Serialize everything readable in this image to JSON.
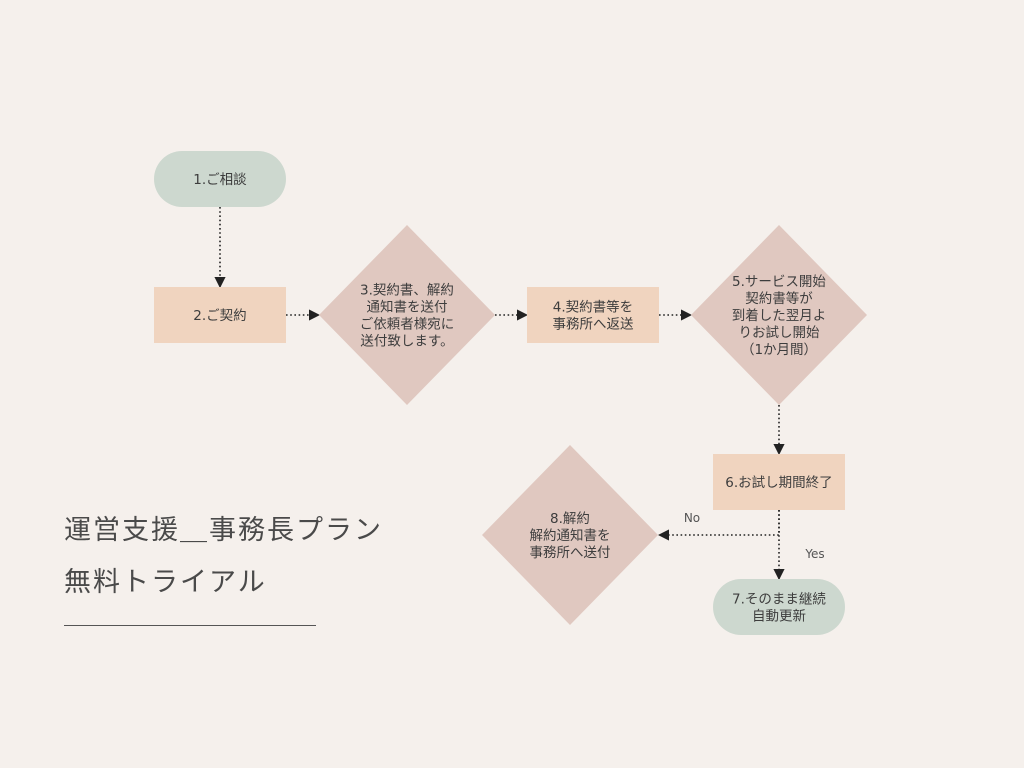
{
  "colors": {
    "background": "#f5f0ec",
    "sage": "#cdd8cf",
    "peach": "#f0d4bf",
    "rose": "#e0c8c0",
    "connector": "#222222",
    "text": "#3d3d3d"
  },
  "title": {
    "line1": "運営支援＿事務長プラン",
    "line2": "無料トライアル"
  },
  "nodes": [
    {
      "id": "n1",
      "shape": "terminal",
      "color": "sage",
      "lines": [
        "1.ご相談"
      ]
    },
    {
      "id": "n2",
      "shape": "process",
      "color": "peach",
      "lines": [
        "2.ご契約"
      ]
    },
    {
      "id": "n3",
      "shape": "decision",
      "color": "rose",
      "lines": [
        "3.契約書、解約",
        "通知書を送付",
        "ご依頼者様宛に",
        "送付致します。"
      ]
    },
    {
      "id": "n4",
      "shape": "process",
      "color": "peach",
      "lines": [
        "4.契約書等を",
        "事務所へ返送"
      ]
    },
    {
      "id": "n5",
      "shape": "decision",
      "color": "rose",
      "lines": [
        "5.サービス開始",
        "契約書等が",
        "到着した翌月よ",
        "りお試し開始",
        "（1か月間）"
      ]
    },
    {
      "id": "n6",
      "shape": "process",
      "color": "peach",
      "lines": [
        "6.お試し期間終了"
      ]
    },
    {
      "id": "n7",
      "shape": "terminal",
      "color": "sage",
      "lines": [
        "7.そのまま継続",
        "自動更新"
      ]
    },
    {
      "id": "n8",
      "shape": "decision",
      "color": "rose",
      "lines": [
        "8.解約",
        "解約通知書を",
        "事務所へ送付"
      ]
    }
  ],
  "edges": [
    {
      "from": "n1",
      "to": "n2",
      "label": ""
    },
    {
      "from": "n2",
      "to": "n3",
      "label": ""
    },
    {
      "from": "n3",
      "to": "n4",
      "label": ""
    },
    {
      "from": "n4",
      "to": "n5",
      "label": ""
    },
    {
      "from": "n5",
      "to": "n6",
      "label": ""
    },
    {
      "from": "n6",
      "to": "n7",
      "label": "Yes"
    },
    {
      "from": "n6",
      "to": "n8",
      "label": "No"
    }
  ]
}
